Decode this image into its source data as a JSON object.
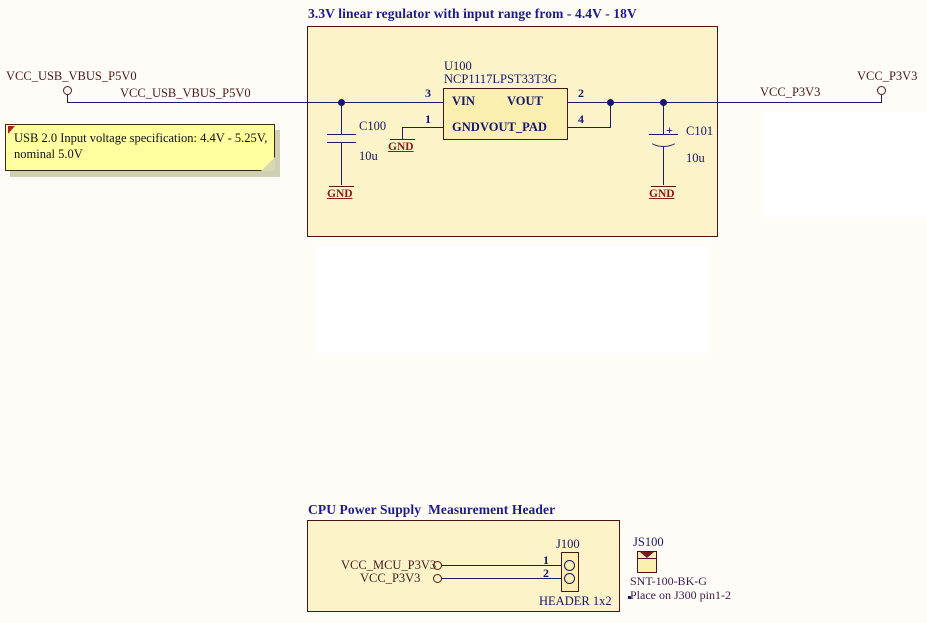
{
  "page": {
    "background_color": "#fffcf7",
    "wire_color": "#1a1a6e",
    "block_fill": "#fcf3c8",
    "block_border": "#4a1414",
    "title_color": "#1b1b8f",
    "net_label_color": "#4a1a1a",
    "gnd_color": "#8b1a1a"
  },
  "regulator_block": {
    "title": "3.3V linear regulator with input range from - 4.4V - 18V",
    "ic": {
      "refdes": "U100",
      "part_number": "NCP1117LPST33T3G",
      "pins": [
        {
          "number": "3",
          "name": "VIN"
        },
        {
          "number": "1",
          "name": "GND"
        },
        {
          "number": "2",
          "name": "VOUT"
        },
        {
          "number": "4",
          "name": "VOUT_PAD"
        }
      ]
    },
    "capacitors": [
      {
        "refdes": "C100",
        "value": "10u",
        "polarized": false
      },
      {
        "refdes": "C101",
        "value": "10u",
        "polarized": true,
        "polarity_mark": "+"
      }
    ],
    "gnd_label": "GND",
    "input_port": {
      "label": "VCC_USB_VBUS_P5V0",
      "wire_label": "VCC_USB_VBUS_P5V0"
    },
    "output_port": {
      "label": "VCC_P3V3",
      "wire_label": "VCC_P3V3"
    }
  },
  "note": {
    "text_line1": "USB 2.0 Input voltage specification: 4.4V - 5.25V,",
    "text_line2": "nominal 5.0V"
  },
  "header_block": {
    "title": "CPU Power Supply  Measurement Header",
    "ports": [
      {
        "label": "VCC_MCU_P3V3"
      },
      {
        "label": "VCC_P3V3"
      }
    ],
    "connector": {
      "refdes": "J100",
      "description": "HEADER 1x2",
      "pins": [
        "1",
        "2"
      ]
    }
  },
  "jumper": {
    "refdes": "JS100",
    "part_number": "SNT-100-BK-G",
    "instruction": "Place on J300 pin1-2"
  }
}
